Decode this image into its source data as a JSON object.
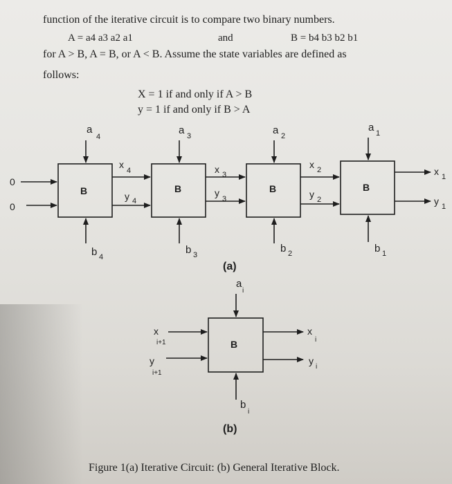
{
  "text": {
    "line1": "function of the iterative circuit is to compare two binary numbers.",
    "a_def": "A = a4 a3 a2 a1",
    "and_word": "and",
    "b_def": "B = b4 b3 b2 b1",
    "line3": "for A > B, A = B, or A < B.  Assume the state variables are defined as",
    "line4": "follows:",
    "x_def": "X = 1  if and only if A > B",
    "y_def": "y = 1  if and only if B > A",
    "caption": "Figure 1(a) Iterative Circuit: (b) General Iterative Block."
  },
  "diagram_a": {
    "input_x": "0",
    "input_y": "0",
    "block_label": "B",
    "panel_label": "(a)",
    "a_base": "a",
    "b_base": "b",
    "x_base": "x",
    "y_base": "y",
    "indices": [
      "4",
      "3",
      "2",
      "1"
    ]
  },
  "diagram_b": {
    "block_label": "B",
    "panel_label": "(b)",
    "a_label": "a",
    "a_sub": "i",
    "b_label": "b",
    "b_sub": "i",
    "x_in": "x",
    "x_in_sub": "i+1",
    "y_in": "y",
    "y_in_sub": "i+1",
    "x_out": "x",
    "x_out_sub": "i",
    "y_out": "y",
    "y_out_sub": "i"
  }
}
